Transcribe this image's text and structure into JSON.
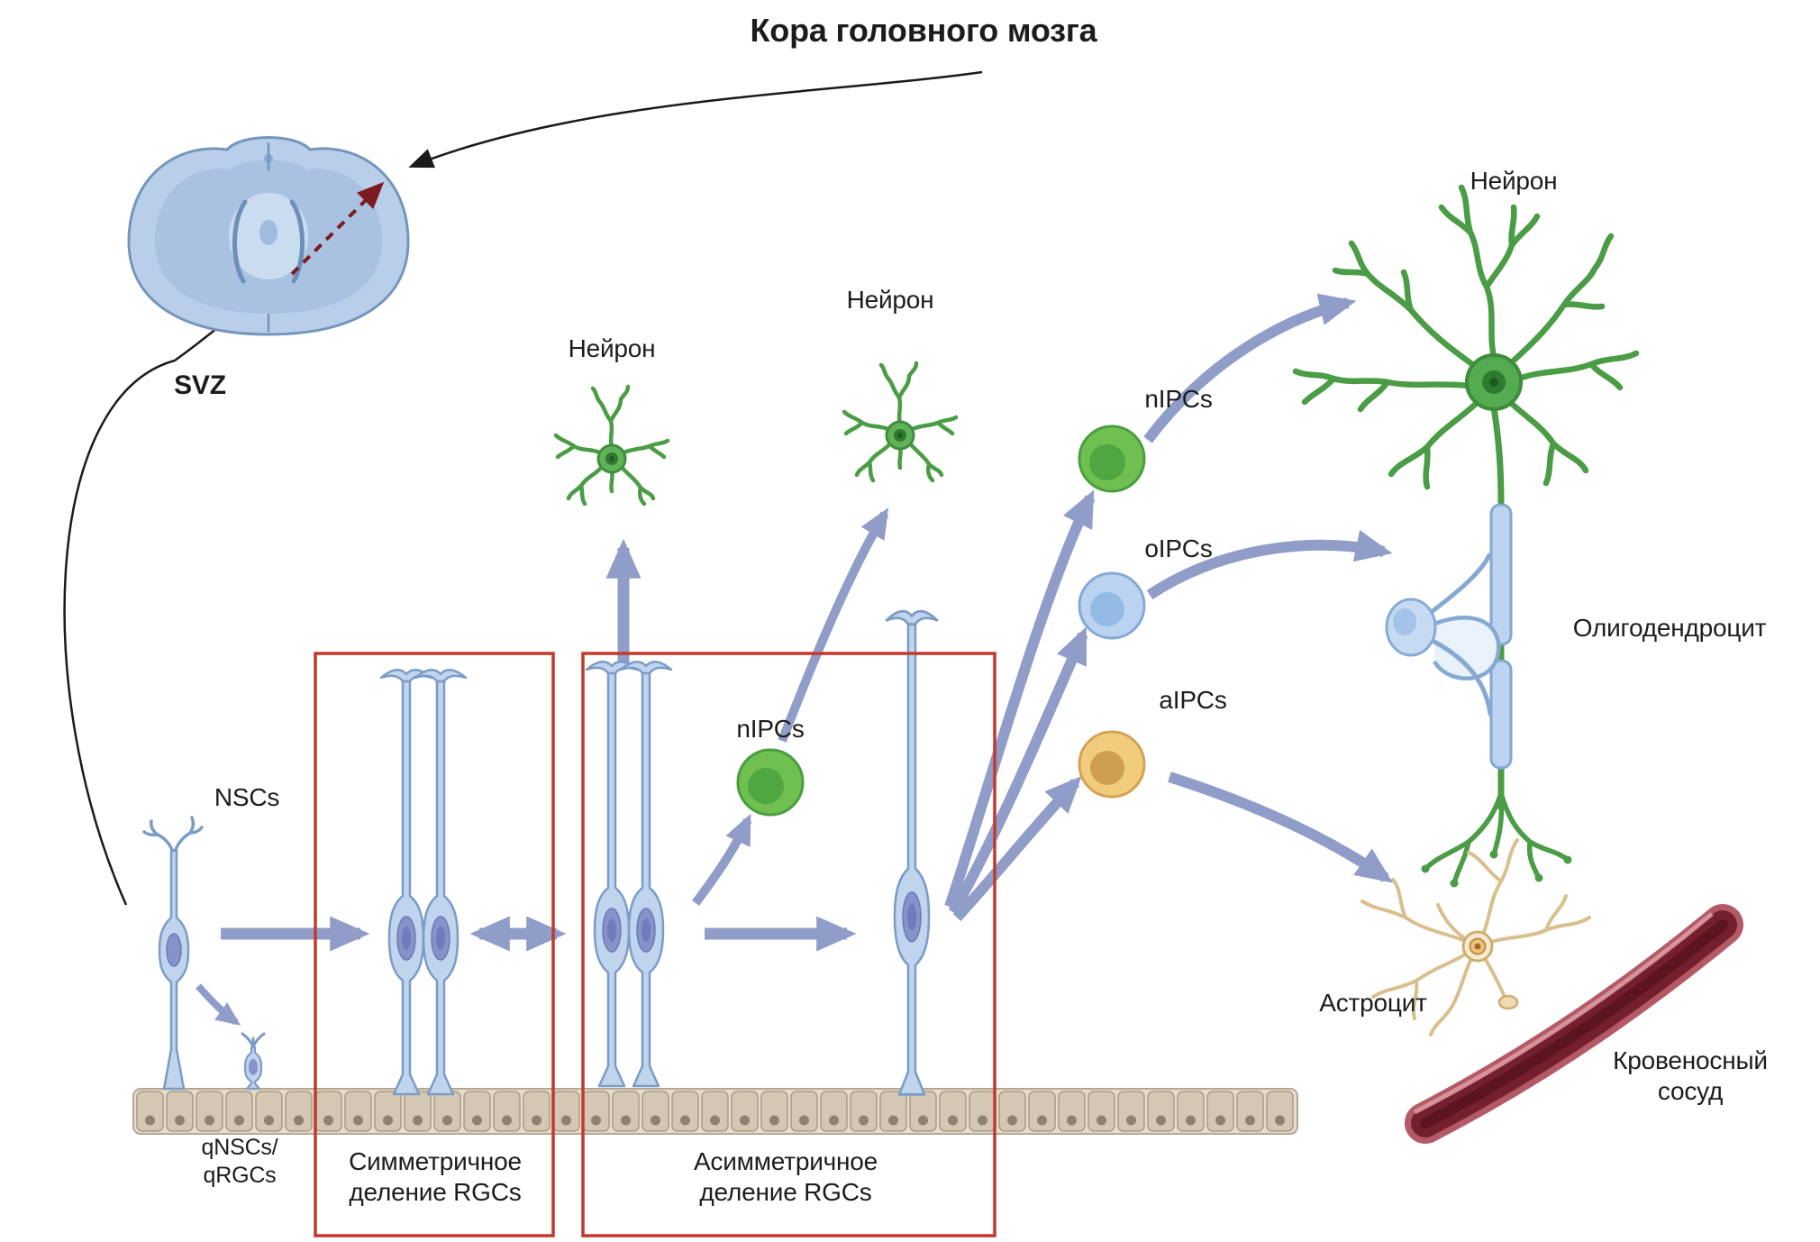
{
  "title": "Кора головного мозга",
  "labels": {
    "svz": "SVZ",
    "nscs": "NSCs",
    "qnscs": "qNSCs/\nqRGCs",
    "symmetric_division": "Симметричное деление RGCs",
    "asymmetric_division": "Асимметричное деление RGCs",
    "neuron_1": "Нейрон",
    "neuron_2": "Нейрон",
    "neuron_large": "Нейрон",
    "nipcs_inner": "nIPCs",
    "nipcs": "nIPCs",
    "oipcs": "oIPCs",
    "aipcs": "aIPCs",
    "oligodendrocyte": "Олигодендроцит",
    "astrocyte": "Астроцит",
    "blood_vessel": "Кровеносный сосуд"
  },
  "colors": {
    "arrow_blue": "#8795c5",
    "division_box_red": "#c2392e",
    "cell_blue": "#c0d4ee",
    "cell_outline_blue": "#7b9cc6",
    "nucleus_blue": "#8793c8",
    "neuron_green": "#55ab52",
    "nipc_green": "#6fc050",
    "oipc_blue": "#b9d3f0",
    "aipc_yellow": "#f2cc7d",
    "astrocyte_cream": "#f5ebd1",
    "vessel_dark_red": "#74202c",
    "epithelium_tan": "#d4c7b4",
    "brain_blue": "#b9cfe9"
  }
}
